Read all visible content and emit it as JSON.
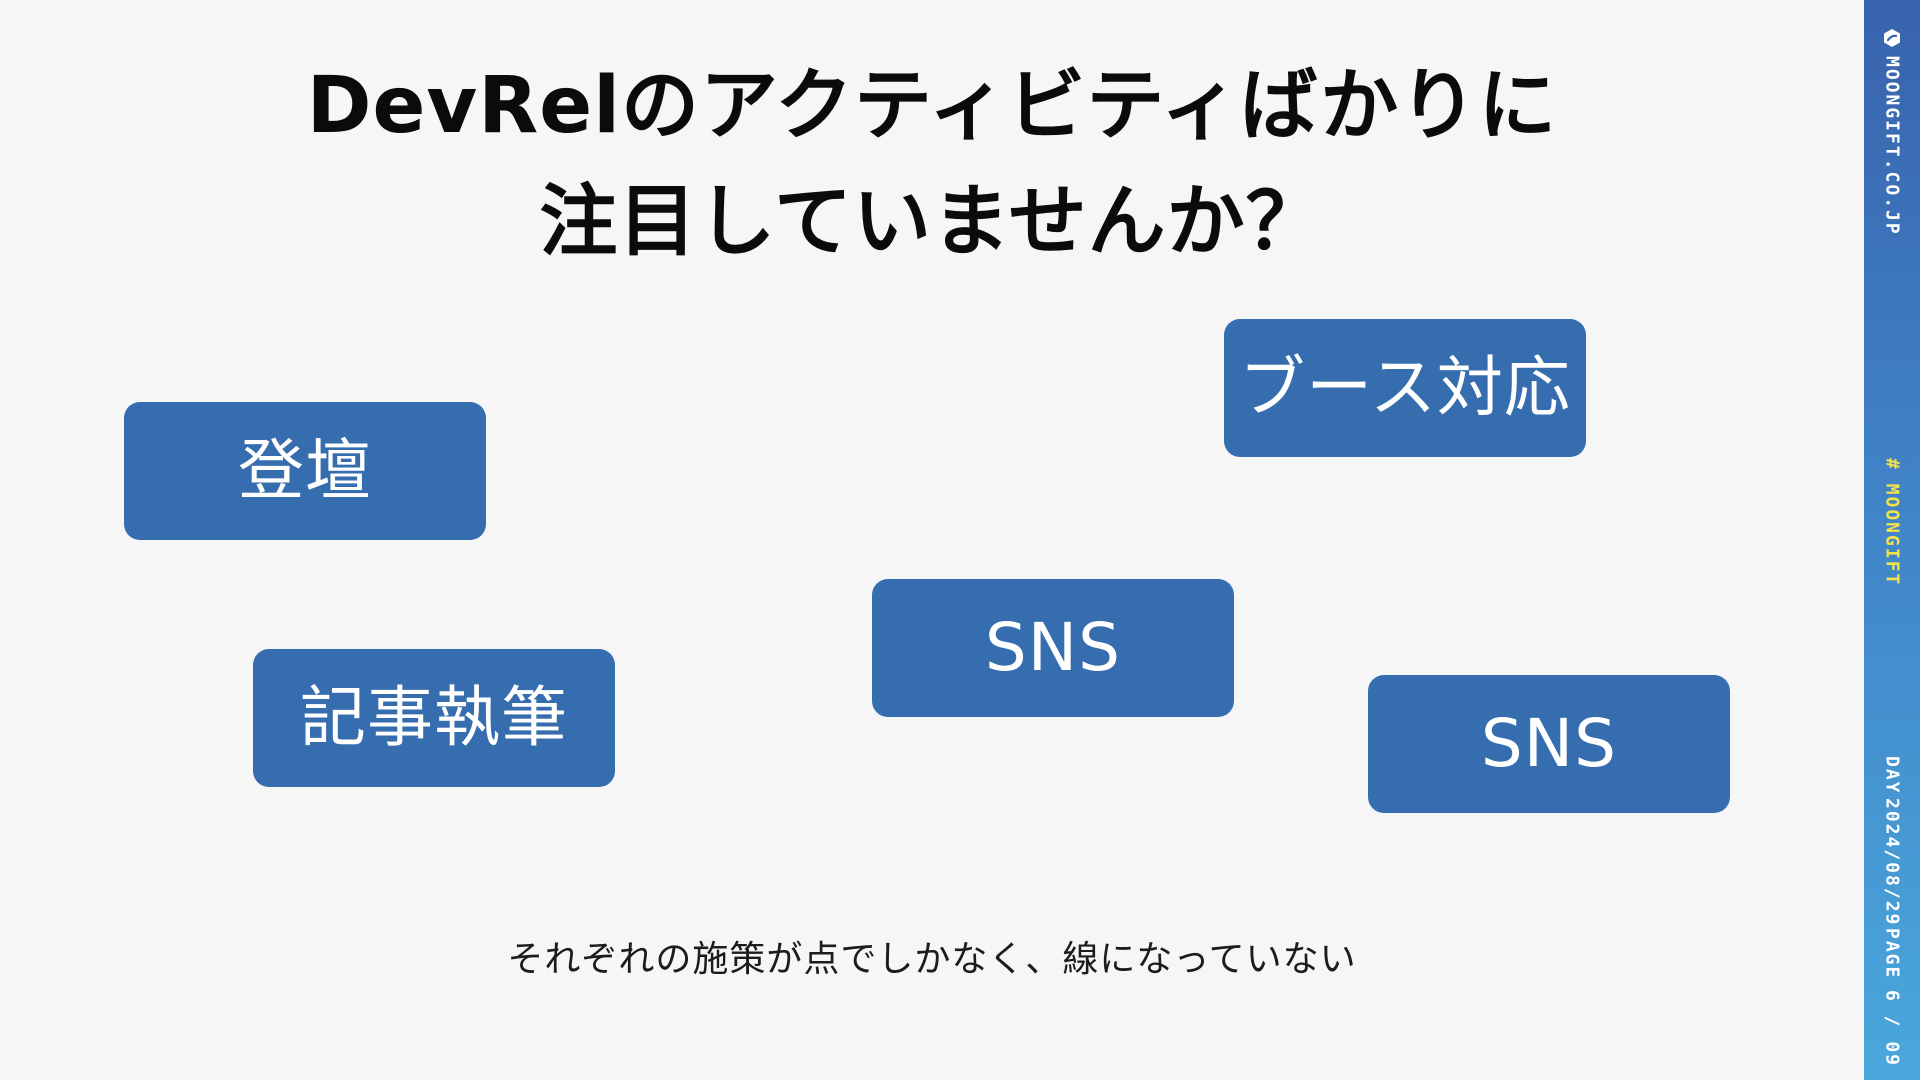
{
  "slide": {
    "title_line1": "DevRelのアクティビティばかりに",
    "title_line2": "注目していませんか？",
    "cards": [
      {
        "label": "登壇"
      },
      {
        "label": "ブース対応"
      },
      {
        "label": "SNS"
      },
      {
        "label": "記事執筆"
      },
      {
        "label": "SNS"
      }
    ],
    "note": "それぞれの施策が点でしかなく、線になっていない"
  },
  "sidebar": {
    "site": "MOONGIFT.CO.JP",
    "hashtag": "# MOONGIFT",
    "day_label": "DAY",
    "date": "2024/08/29",
    "page_label": "PAGE",
    "page": "6 / 09",
    "logo_icon": "moongift-logo-icon"
  },
  "colors": {
    "background": "#f6f6f6",
    "card": "#356daf",
    "card_text": "#ffffff",
    "hashtag": "#f3e24a",
    "sidebar_top": "#3863ad",
    "sidebar_bottom": "#4aa7dc"
  }
}
